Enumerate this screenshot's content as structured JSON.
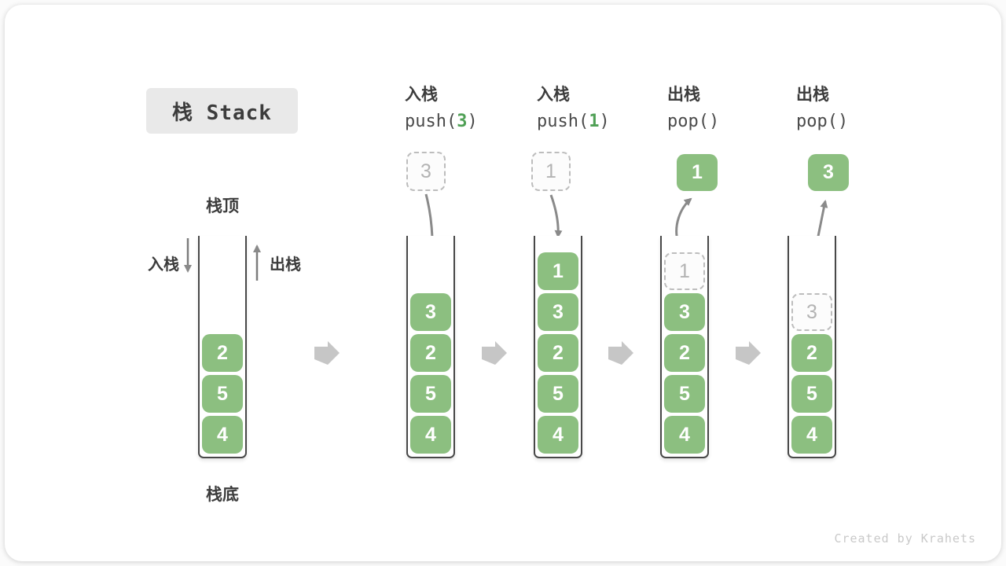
{
  "title": "栈 Stack",
  "watermark": "Created by Krahets",
  "annotations": {
    "stack_top": "栈顶",
    "stack_bottom": "栈底",
    "push_label": "入栈",
    "pop_label": "出栈"
  },
  "operations": [
    {
      "name": "入栈",
      "code_prefix": "push(",
      "code_arg": "3",
      "code_suffix": ")"
    },
    {
      "name": "入栈",
      "code_prefix": "push(",
      "code_arg": "1",
      "code_suffix": ")"
    },
    {
      "name": "出栈",
      "code_prefix": "pop(",
      "code_arg": "",
      "code_suffix": ")"
    },
    {
      "name": "出栈",
      "code_prefix": "pop(",
      "code_arg": "",
      "code_suffix": ")"
    }
  ],
  "stacks": [
    {
      "id": "initial",
      "items": [
        {
          "value": "4"
        },
        {
          "value": "5"
        },
        {
          "value": "2"
        }
      ],
      "above": null
    },
    {
      "id": "after-push-3",
      "items": [
        {
          "value": "4"
        },
        {
          "value": "5"
        },
        {
          "value": "2"
        },
        {
          "value": "3"
        }
      ],
      "above": {
        "value": "3",
        "style": "ghost"
      }
    },
    {
      "id": "after-push-1",
      "items": [
        {
          "value": "4"
        },
        {
          "value": "5"
        },
        {
          "value": "2"
        },
        {
          "value": "3"
        },
        {
          "value": "1"
        }
      ],
      "above": {
        "value": "1",
        "style": "ghost"
      }
    },
    {
      "id": "after-pop-1",
      "items": [
        {
          "value": "4"
        },
        {
          "value": "5"
        },
        {
          "value": "2"
        },
        {
          "value": "3"
        },
        {
          "value": "1",
          "ghost": true
        }
      ],
      "above": {
        "value": "1",
        "style": "solid"
      }
    },
    {
      "id": "after-pop-3",
      "items": [
        {
          "value": "4"
        },
        {
          "value": "5"
        },
        {
          "value": "2"
        },
        {
          "value": "3",
          "ghost": true
        }
      ],
      "above": {
        "value": "3",
        "style": "solid"
      }
    }
  ],
  "colors": {
    "item_green": "#8CBF80",
    "code_arg_green": "#4FA055",
    "curve_arrow_gray": "#8A8A8A",
    "block_arrow_gray": "#C6C6C6"
  }
}
